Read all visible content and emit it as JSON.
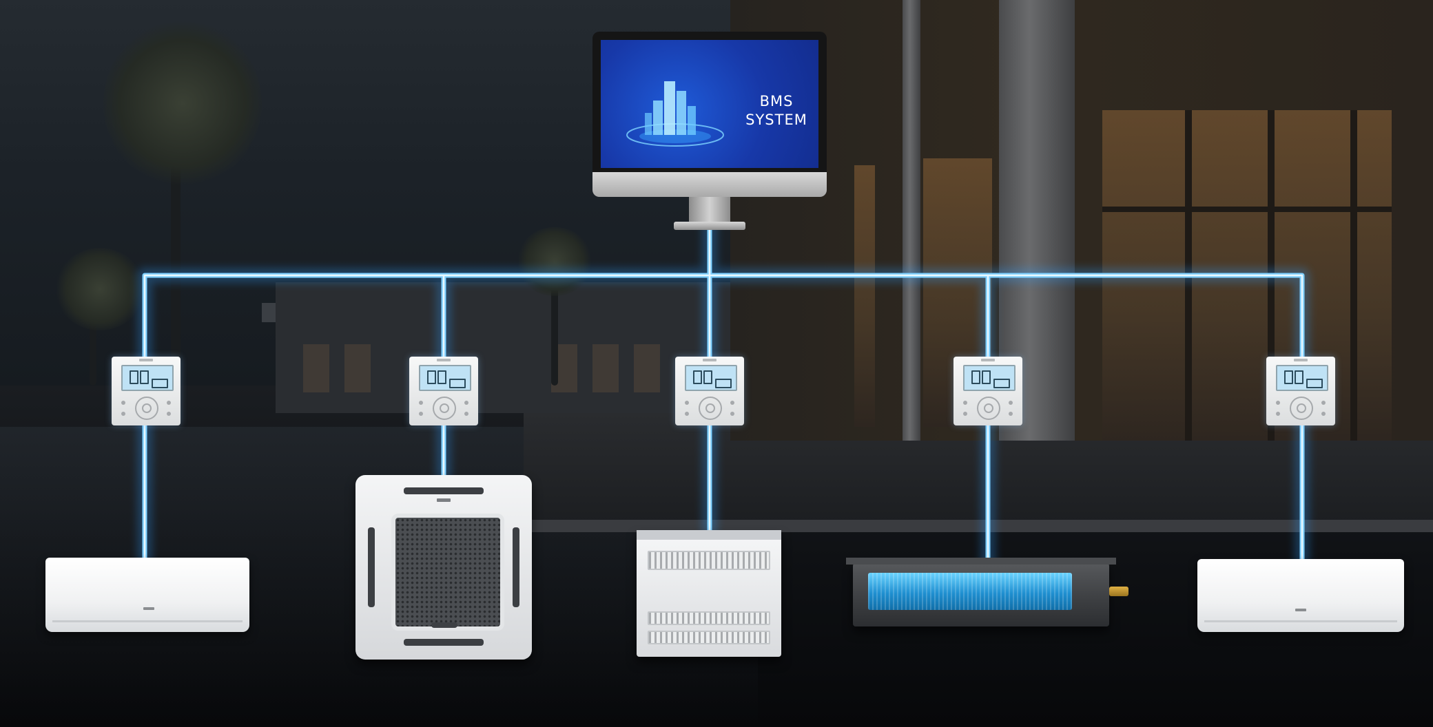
{
  "monitor": {
    "screen_title": "BMS\nSYSTEM"
  },
  "colors": {
    "network_line": "#7fd0ff",
    "network_glow": "#2f9dff",
    "screen_blue": "#1738a8"
  },
  "icons": {
    "monitor": "bms-monitor-icon",
    "controller": "wired-controller-icon",
    "city": "city-skyline-icon"
  },
  "indoor_units": [
    {
      "type": "wall-mounted-unit"
    },
    {
      "type": "cassette-unit"
    },
    {
      "type": "floor-console-unit"
    },
    {
      "type": "ducted-unit"
    },
    {
      "type": "wall-mounted-unit"
    }
  ]
}
